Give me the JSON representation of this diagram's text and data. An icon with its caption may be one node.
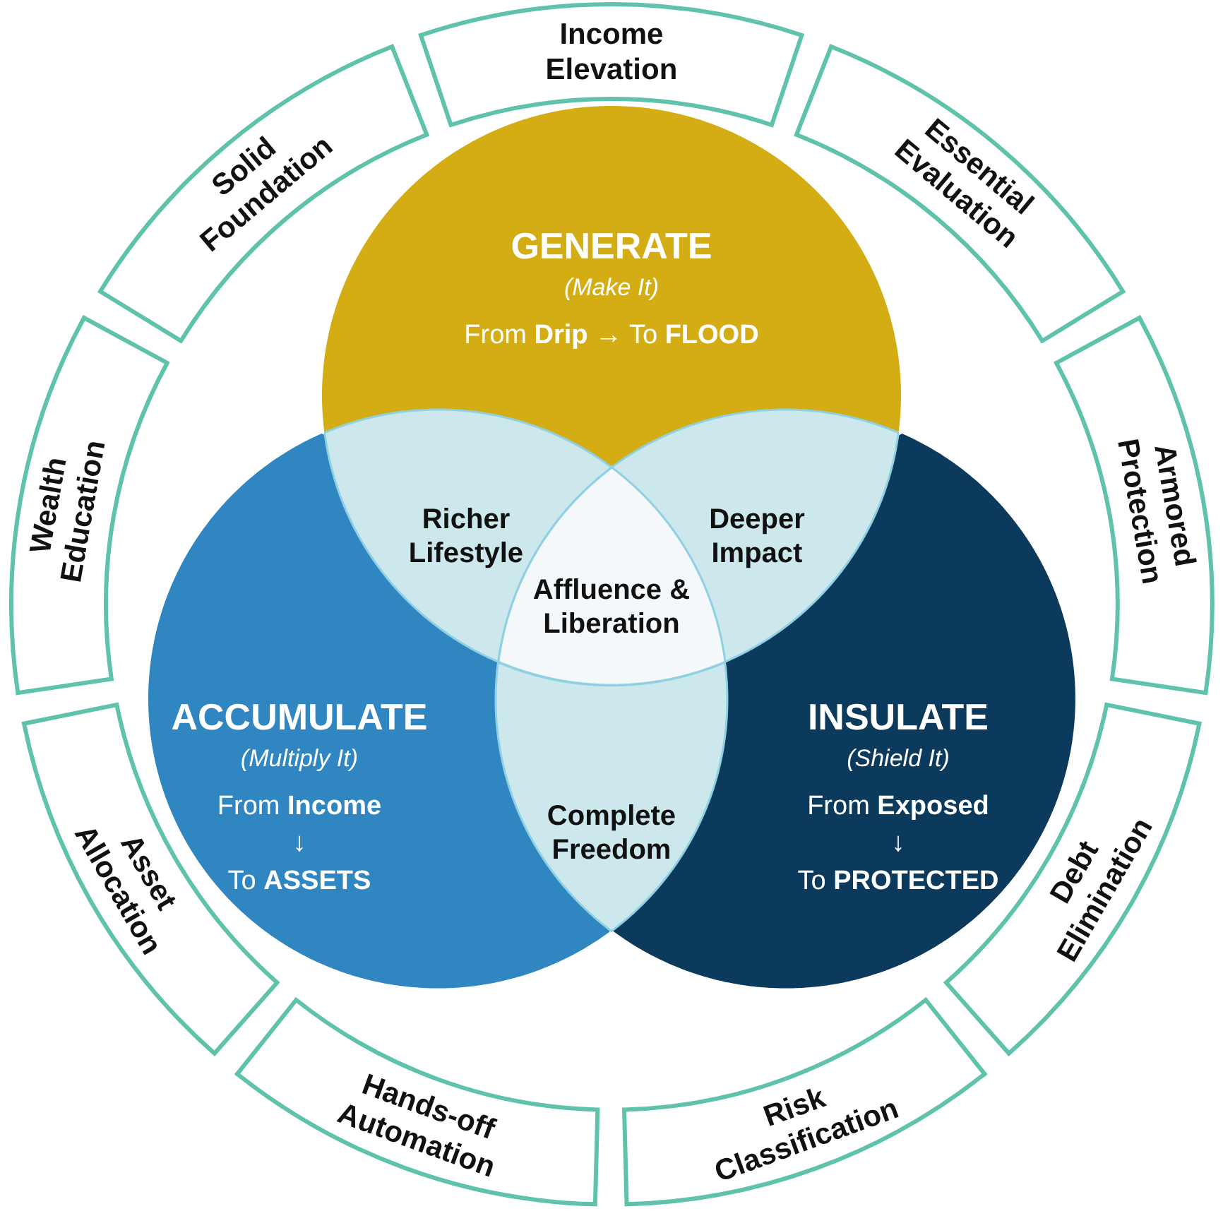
{
  "diagram": {
    "nodes": [
      {
        "text": [
          "GENERATE",
          "(Make It)",
          "From **Drip** → To **FLOOD**"
        ]
      },
      {
        "text": [
          "ACCUMULATE",
          "(Multiply It)",
          "From **Income**",
          "↓",
          "To **ASSETS**"
        ]
      },
      {
        "text": [
          "INSULATE",
          "(Shield It)",
          "From **Exposed**",
          "↓",
          "To **PROTECTED**"
        ]
      },
      {
        "text": [
          "Richer Lifestyle"
        ]
      },
      {
        "text": [
          "Deeper Impact"
        ]
      },
      {
        "text": [
          "Complete Freedom"
        ]
      },
      {
        "text": [
          "Affluence & Liberation"
        ]
      },
      {
        "text": [
          "Income Elevation"
        ]
      },
      {
        "text": [
          "Essential Evaluation"
        ]
      },
      {
        "text": [
          "Armored Protection"
        ]
      },
      {
        "text": [
          "Debt Elimination"
        ]
      },
      {
        "text": [
          "Risk Classification"
        ]
      },
      {
        "text": [
          "Hands-off Automation"
        ]
      },
      {
        "text": [
          "Asset Allocation"
        ]
      },
      {
        "text": [
          "Wealth Education"
        ]
      },
      {
        "text": [
          "Solid Foundation"
        ]
      }
    ]
  }
}
